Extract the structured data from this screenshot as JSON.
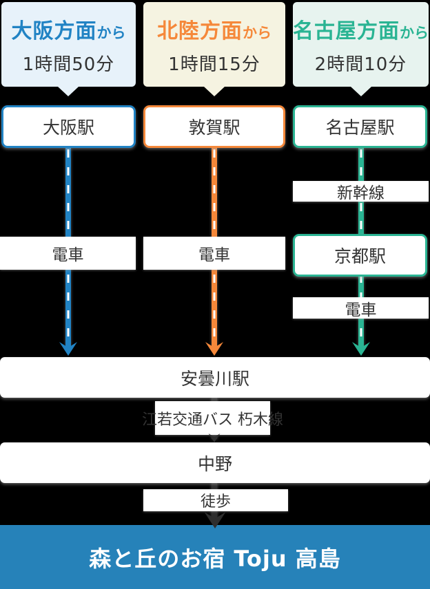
{
  "diagram": {
    "background": "#000000",
    "columns": [
      {
        "region": "大阪方面",
        "suffix": "から",
        "duration": "1時間50分",
        "station": "大阪駅",
        "transport": "電車",
        "accent": "#2183C4",
        "header_bg": "#E7F2FA"
      },
      {
        "region": "北陸方面",
        "suffix": "から",
        "duration": "1時間15分",
        "station": "敦賀駅",
        "transport": "電車",
        "accent": "#F5883A",
        "header_bg": "#F5F3E1"
      },
      {
        "region": "名古屋方面",
        "suffix": "から",
        "duration": "2時間10分",
        "station": "名古屋駅",
        "transport_1": "新幹線",
        "via_station": "京都駅",
        "transport_2": "電車",
        "accent": "#2AB493",
        "header_bg": "#E7F3EF"
      }
    ],
    "junction": {
      "station": "安曇川駅",
      "bus_line": "江若交通バス 朽木線",
      "bus_stop": "中野",
      "walk": "徒歩",
      "arrow_color": "#2E2E2E"
    },
    "destination": {
      "name": "森と丘のお宿 Toju 高島",
      "bg": "#2682B9",
      "text_color": "#FFFFFF"
    }
  }
}
